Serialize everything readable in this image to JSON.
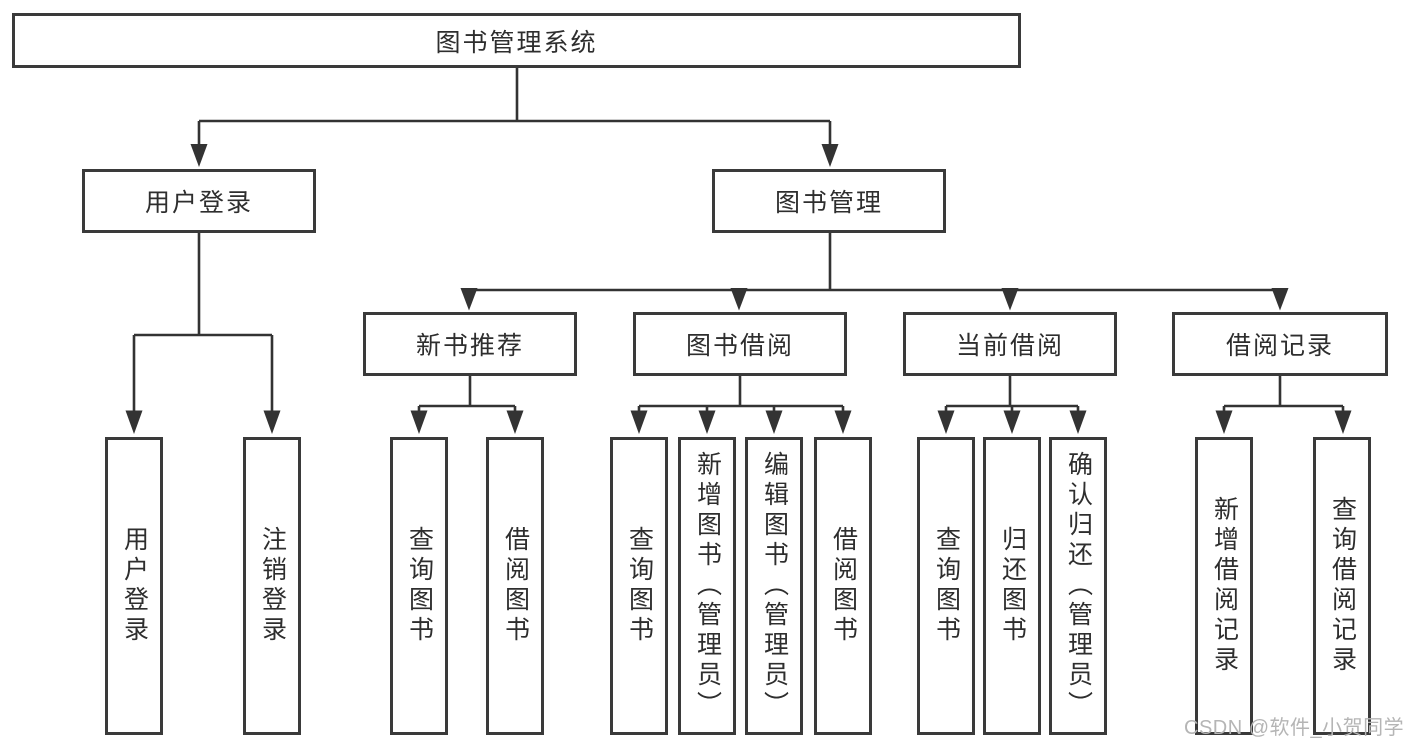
{
  "colors": {
    "background": "#ffffff",
    "box_border": "#3a3a3a",
    "line": "#333333",
    "text": "#2e2e2e",
    "watermark": "#b5b5b5"
  },
  "diagram": {
    "root": "图书管理系统",
    "level2": [
      "用户登录",
      "图书管理"
    ],
    "level3": [
      "新书推荐",
      "图书借阅",
      "当前借阅",
      "借阅记录"
    ],
    "leaves": {
      "user_login": [
        "用户登录",
        "注销登录"
      ],
      "new_book": [
        "查询图书",
        "借阅图书"
      ],
      "book_borrow": [
        "查询图书",
        "新增图书（管理员）",
        "编辑图书（管理员）",
        "借阅图书"
      ],
      "current_borrow": [
        "查询图书",
        "归还图书",
        "确认归还（管理员）"
      ],
      "borrow_record": [
        "新增借阅记录",
        "查询借阅记录"
      ]
    }
  },
  "watermark": "CSDN @软件_小贺同学"
}
